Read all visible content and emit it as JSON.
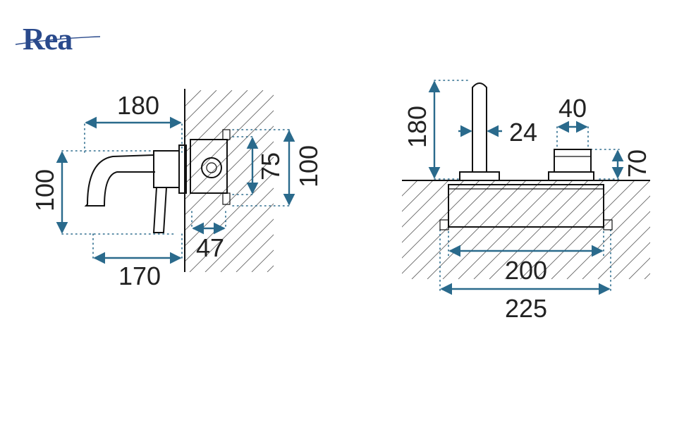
{
  "brand": {
    "logo": "Rea"
  },
  "colors": {
    "dimension": "#2a6a8c",
    "logo": "#2a4a8c",
    "outline": "#111111"
  },
  "left_view": {
    "width_top": "180",
    "width_bottom": "170",
    "height_left": "100",
    "plate_height": "75",
    "box_height": "100",
    "depth": "47"
  },
  "right_view": {
    "spout_height": "180",
    "spout_diameter": "24",
    "knob_width": "40",
    "knob_height": "70",
    "box_width": "200",
    "total_width": "225"
  }
}
